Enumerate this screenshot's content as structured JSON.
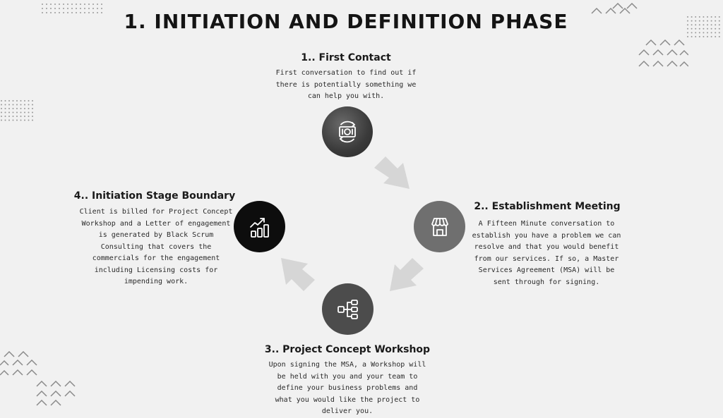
{
  "title": "1. INITIATION AND DEFINITION PHASE",
  "steps": [
    {
      "title": "1.. First Contact",
      "description": "First conversation to find out if there is potentially something we can help you with.",
      "icon": "money-cycle-icon"
    },
    {
      "title": "2.. Establishment Meeting",
      "description": "A Fifteen Minute conversation to establish you have a problem we can resolve and that you would benefit from our services. If so, a Master Services Agreement (MSA) will be sent through for signing.",
      "icon": "storefront-icon"
    },
    {
      "title": "3.. Project Concept Workshop",
      "description": "Upon signing the MSA, a Workshop will be held with you and your team to define your business problems and what you would like the project to deliver you.",
      "icon": "hierarchy-icon"
    },
    {
      "title": "4.. Initiation Stage Boundary",
      "description": "Client is billed for Project Concept Workshop and a Letter of engagement is generated by Black Scrum Consulting that covers the commercials for the engagement including Licensing costs for impending work.",
      "icon": "growth-chart-icon"
    }
  ],
  "colors": {
    "background": "#f1f1f1",
    "arrow": "#d6d6d6",
    "circle_black": "#0d0d0d",
    "circle_grey": "#6f6f6f",
    "circle_dark": "#4c4c4c"
  }
}
